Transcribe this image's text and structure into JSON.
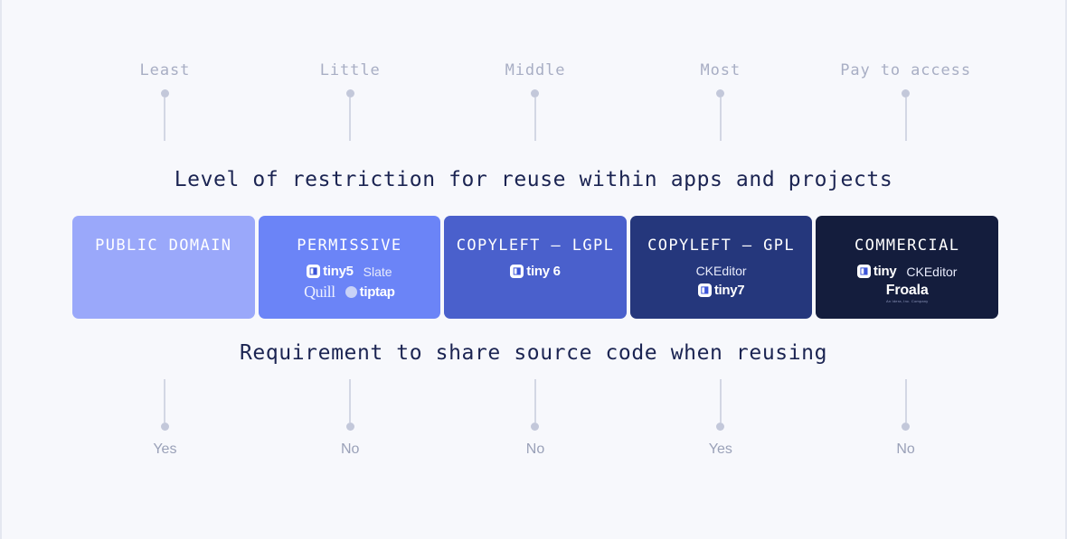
{
  "theme": {
    "background": "#f7f8fc",
    "edge_rule": "#e4e7f0",
    "heading_color": "#1b2452",
    "marker_label_top_color": "#a8aec4",
    "marker_label_bottom_color": "#9aa1b8",
    "marker_dot_color": "#c3c8da",
    "marker_stem_color": "#d3d7e4"
  },
  "top_axis": {
    "caption": "Level of restriction for reuse within apps and projects",
    "markers": [
      {
        "label": "Least"
      },
      {
        "label": "Little"
      },
      {
        "label": "Middle"
      },
      {
        "label": "Most"
      },
      {
        "label": "Pay to access"
      }
    ]
  },
  "bottom_axis": {
    "caption": "Requirement to share source code when reusing",
    "markers": [
      {
        "label": "Yes"
      },
      {
        "label": "No"
      },
      {
        "label": "No"
      },
      {
        "label": "Yes"
      },
      {
        "label": "No"
      }
    ]
  },
  "tiers": [
    {
      "title": "PUBLIC DOMAIN",
      "color": "#9aa8fa",
      "logo_rows": []
    },
    {
      "title": "PERMISSIVE",
      "color": "#6b84f7",
      "logo_rows": [
        [
          {
            "kind": "tiny",
            "mark": "tiny-logo-icon",
            "name": "tiny5"
          },
          {
            "kind": "plain",
            "name": "Slate"
          }
        ],
        [
          {
            "kind": "quill",
            "name": "Quill"
          },
          {
            "kind": "tiptap",
            "mark": "tiptap-circle-icon",
            "name": "tiptap"
          }
        ]
      ]
    },
    {
      "title": "COPYLEFT — LGPL",
      "color": "#4a60cc",
      "logo_rows": [
        [
          {
            "kind": "tiny",
            "mark": "tiny-logo-icon",
            "name": "tiny 6"
          }
        ]
      ]
    },
    {
      "title": "COPYLEFT — GPL",
      "color": "#25377c",
      "logo_rows": [
        [
          {
            "kind": "plain",
            "name": "CKEditor"
          }
        ],
        [
          {
            "kind": "tiny",
            "mark": "tiny-logo-icon",
            "name": "tiny7"
          }
        ]
      ]
    },
    {
      "title": "COMMERCIAL",
      "color": "#141d3d",
      "logo_rows": [
        [
          {
            "kind": "tiny",
            "mark": "tiny-logo-icon",
            "name": "tiny"
          },
          {
            "kind": "plain",
            "name": "CKEditor"
          }
        ],
        [
          {
            "kind": "froala",
            "name": "Froala",
            "sub": "An Idera, Inc. Company"
          }
        ]
      ]
    }
  ]
}
